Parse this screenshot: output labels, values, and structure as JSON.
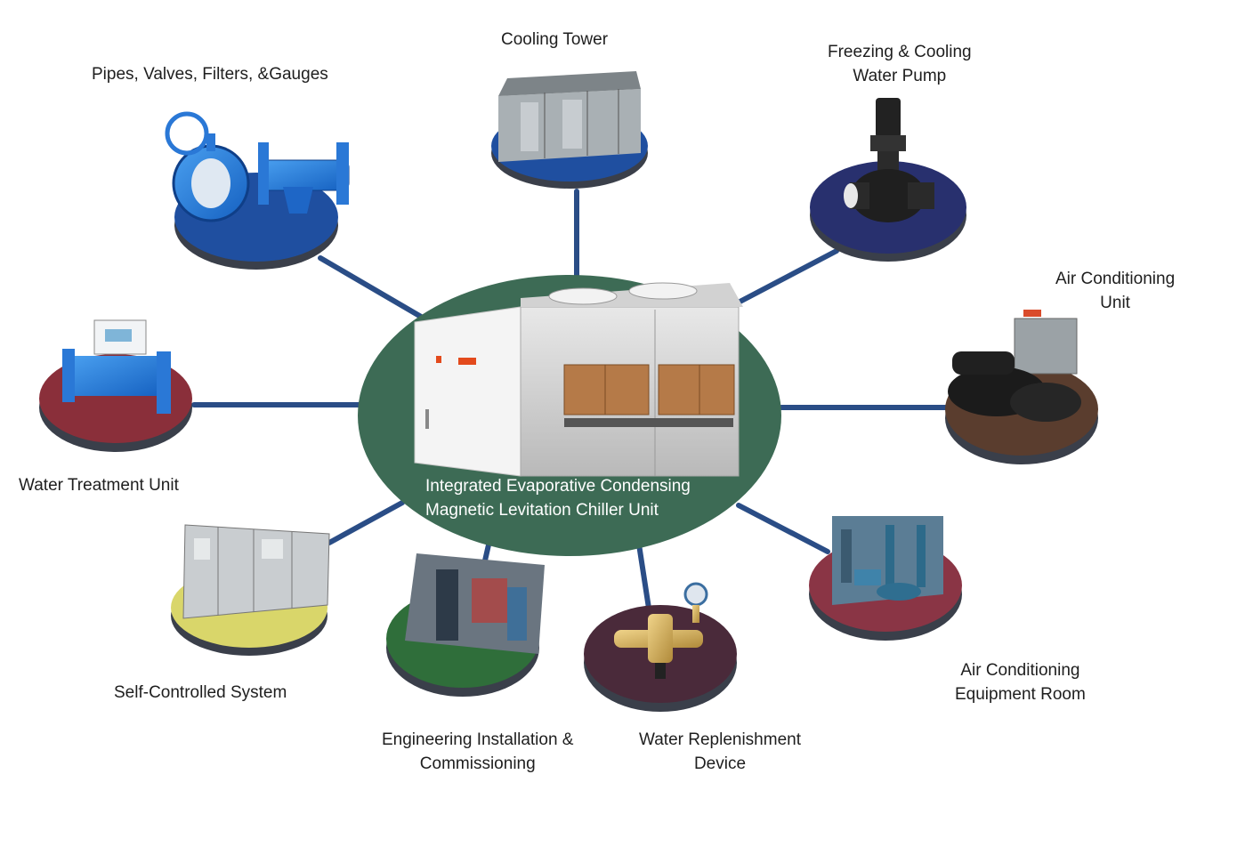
{
  "diagram": {
    "center": {
      "lines": [
        "Integrated Evaporative Condensing",
        "Magnetic Levitation Chiller Unit"
      ],
      "color": "#3d6b55"
    },
    "link_color": "#2a4d86",
    "nodes": [
      {
        "id": "pipes",
        "lines": [
          "Pipes, Valves, Filters, &Gauges"
        ],
        "icon": "butterfly-valve-and-strainer-icon",
        "platform_color": "#1f4fa0"
      },
      {
        "id": "cooling-tower",
        "lines": [
          "Cooling Tower"
        ],
        "icon": "cooling-tower-icon",
        "platform_color": "#1f4fa0"
      },
      {
        "id": "pump",
        "lines": [
          "Freezing & Cooling",
          "Water Pump"
        ],
        "icon": "water-pump-icon",
        "platform_color": "#28306e"
      },
      {
        "id": "ac-unit",
        "lines": [
          "Air Conditioning",
          "Unit"
        ],
        "icon": "chiller-unit-icon",
        "platform_color": "#5a3d2e"
      },
      {
        "id": "ac-room",
        "lines": [
          "Air Conditioning",
          "Equipment Room"
        ],
        "icon": "equipment-room-photo-icon",
        "platform_color": "#8a3545"
      },
      {
        "id": "replenish",
        "lines": [
          "Water Replenishment",
          "Device"
        ],
        "icon": "brass-valve-gauge-icon",
        "platform_color": "#4a2a3a"
      },
      {
        "id": "install",
        "lines": [
          "Engineering Installation &",
          "Commissioning"
        ],
        "icon": "installation-photo-icon",
        "platform_color": "#2f6e3a"
      },
      {
        "id": "self-control",
        "lines": [
          "Self-Controlled System"
        ],
        "icon": "control-cabinet-icon",
        "platform_color": "#d9d66a"
      },
      {
        "id": "water-treat",
        "lines": [
          "Water Treatment Unit"
        ],
        "icon": "water-treatment-unit-icon",
        "platform_color": "#8a2f3a"
      }
    ]
  }
}
